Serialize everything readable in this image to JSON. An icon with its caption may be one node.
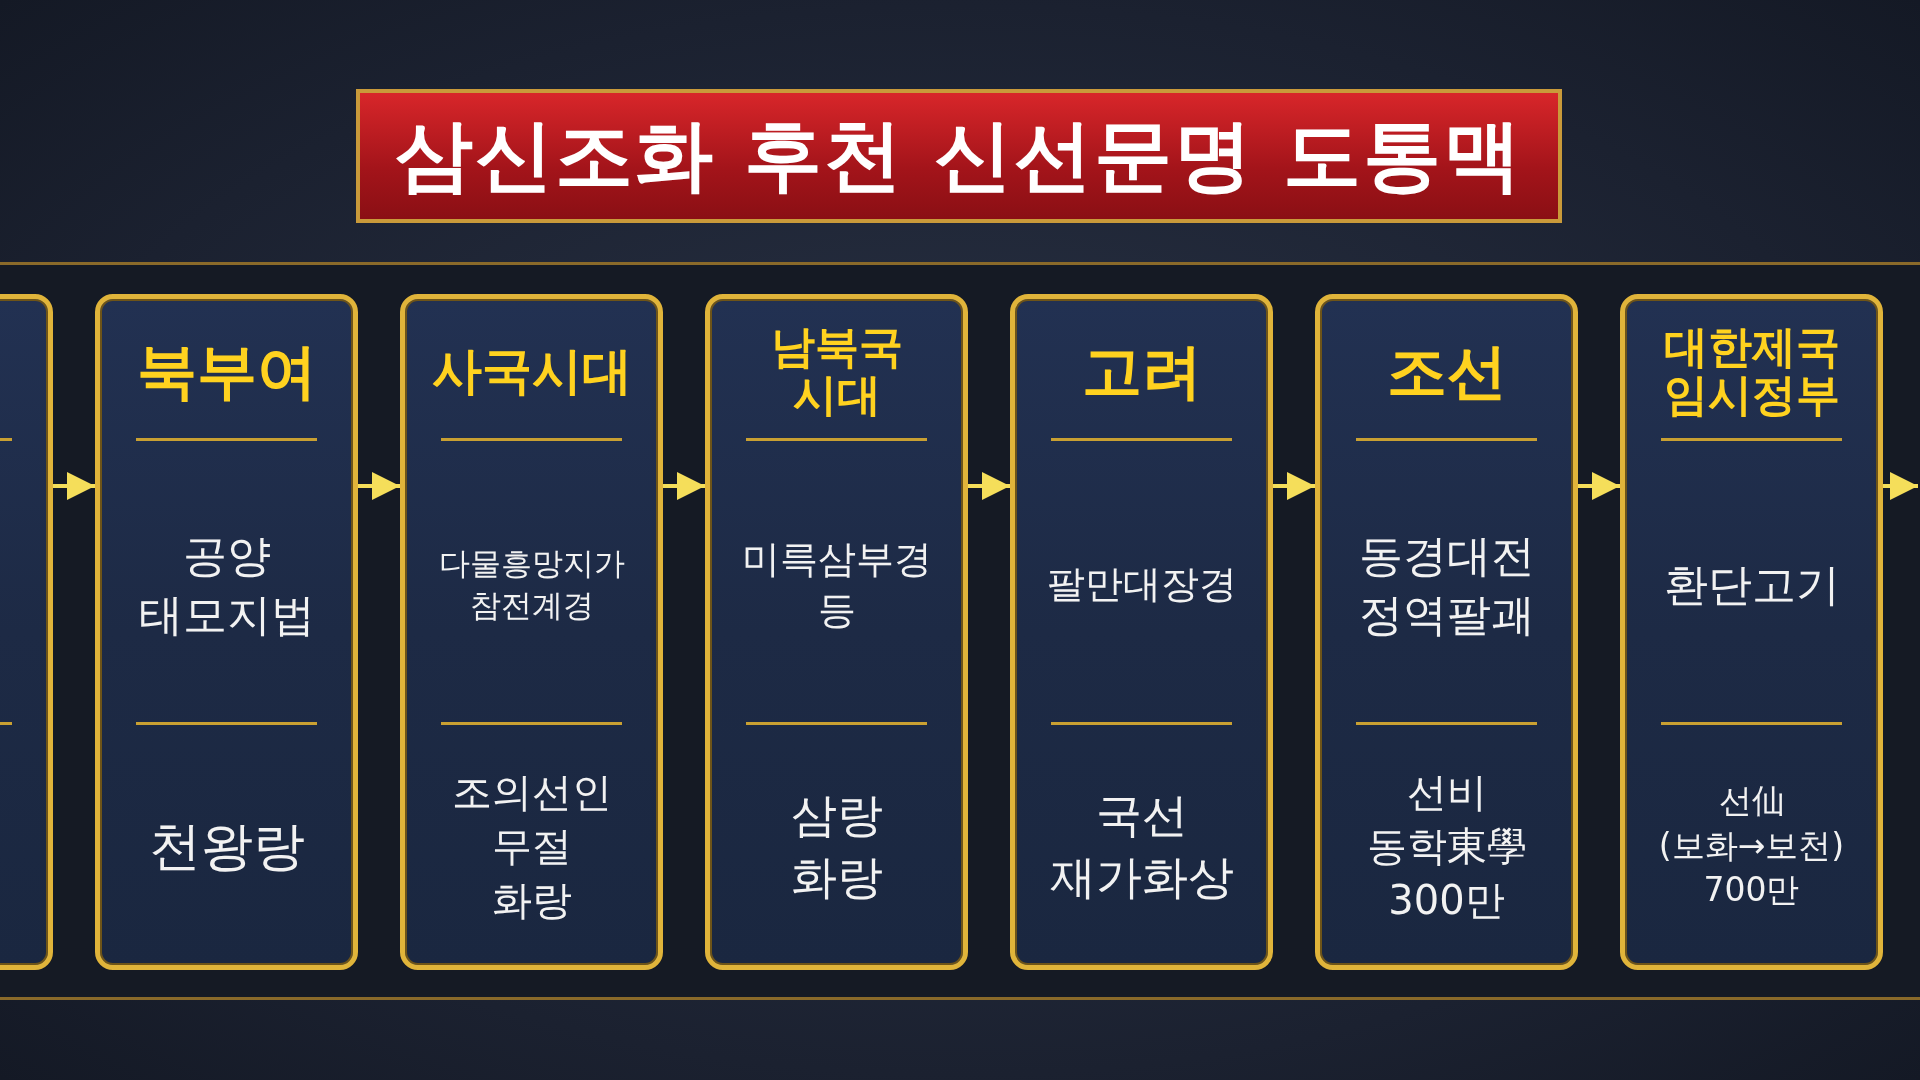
{
  "diagram": {
    "title": "삼신조화 후천 신선문명 도통맥",
    "nodes": [
      {
        "text": [],
        "shape": "box"
      },
      {
        "text": [
          "북부여",
          "공양 태모지법",
          "천왕랑"
        ]
      },
      {
        "text": [
          "사국시대",
          "다물흥망지가 참전계경",
          "조의선인 무절 화랑"
        ]
      },
      {
        "text": [
          "남북국 시대",
          "미륵삼부경 등",
          "삼랑 화랑"
        ]
      },
      {
        "text": [
          "고려",
          "팔만대장경",
          "국선 재가화상"
        ]
      },
      {
        "text": [
          "조선",
          "동경대전 정역팔괘",
          "선비 동학東學 300만"
        ]
      },
      {
        "text": [
          "대한제국 임시정부",
          "환단고기",
          "선仙 (보화→보천) 700만"
        ]
      }
    ],
    "edges": [
      {
        "from": 0,
        "to": 1,
        "arrow": "to"
      },
      {
        "from": 1,
        "to": 2,
        "arrow": "to"
      },
      {
        "from": 2,
        "to": 3,
        "arrow": "to"
      },
      {
        "from": 3,
        "to": 4,
        "arrow": "to"
      },
      {
        "from": 4,
        "to": 5,
        "arrow": "to"
      },
      {
        "from": 5,
        "to": 6,
        "arrow": "to"
      },
      {
        "from": 6,
        "to": null,
        "arrow": "to"
      }
    ]
  }
}
